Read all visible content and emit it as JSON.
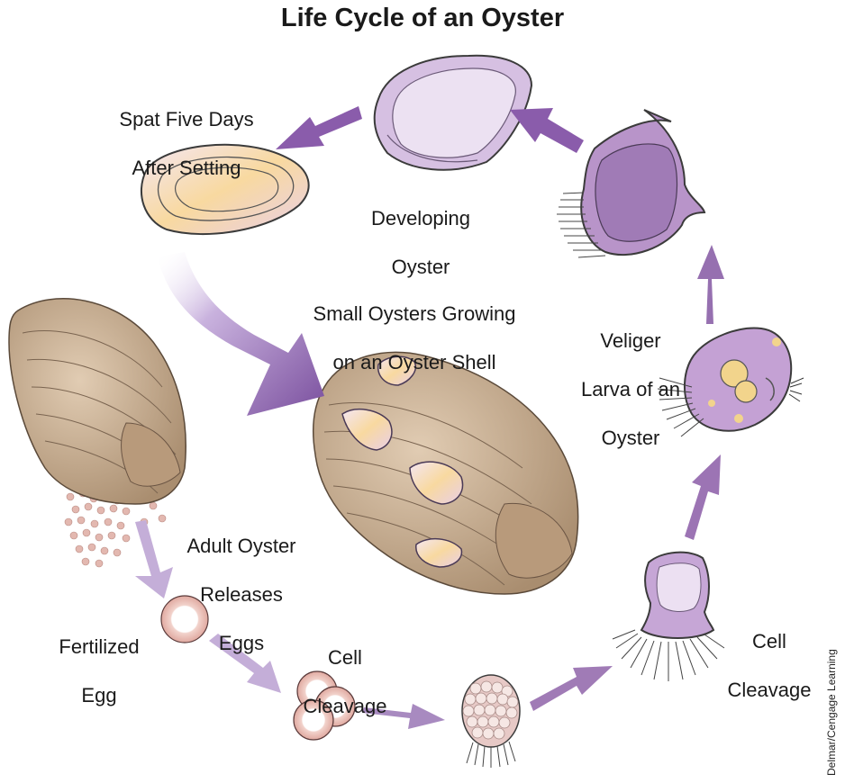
{
  "title": "Life Cycle of an Oyster",
  "labels": {
    "spat": [
      "Spat Five Days",
      "After Setting"
    ],
    "developing": [
      "Developing",
      "Oyster"
    ],
    "small_oysters": [
      "Small Oysters Growing",
      "on an Oyster Shell"
    ],
    "veliger": [
      "Veliger",
      "Larva of an",
      "Oyster"
    ],
    "adult": [
      "Adult Oyster",
      "Releases",
      "Eggs"
    ],
    "fertilized": [
      "Fertilized",
      "Egg"
    ],
    "cleavage_1": [
      "Cell",
      "Cleavage"
    ],
    "cleavage_2": [
      "Cell",
      "Cleavage"
    ]
  },
  "credit": "Delmar/Cengage Learning",
  "colors": {
    "arrow_dark": "#8a5cab",
    "arrow_light": "#c4aed8",
    "shell_purple": "#c9a7d6",
    "shell_tan": "#c8ad8e",
    "egg_pink": "#e3b8b0",
    "spat_yellow": "#f6d28c"
  }
}
